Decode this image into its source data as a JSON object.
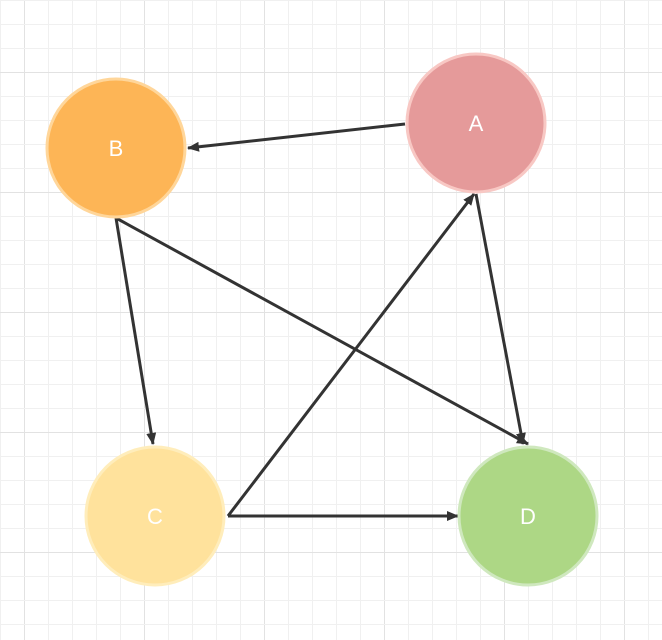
{
  "diagram": {
    "nodes": [
      {
        "id": "A",
        "label": "A",
        "fill": "#E59A9A",
        "stroke": "#F8C8C4"
      },
      {
        "id": "B",
        "label": "B",
        "fill": "#FDB556",
        "stroke": "#FFD69A"
      },
      {
        "id": "C",
        "label": "C",
        "fill": "#FFE29C",
        "stroke": "#FFEDBB"
      },
      {
        "id": "D",
        "label": "D",
        "fill": "#ADD785",
        "stroke": "#CFE8BE"
      }
    ],
    "edges": [
      {
        "from": "A",
        "to": "B"
      },
      {
        "from": "A",
        "to": "D"
      },
      {
        "from": "B",
        "to": "C"
      },
      {
        "from": "B",
        "to": "D"
      },
      {
        "from": "C",
        "to": "A"
      },
      {
        "from": "C",
        "to": "D"
      }
    ],
    "colors": {
      "edge": "#333333",
      "grid_minor": "#F0F0F0",
      "grid_major": "#E2E2E2",
      "background": "#FFFFFF"
    }
  }
}
